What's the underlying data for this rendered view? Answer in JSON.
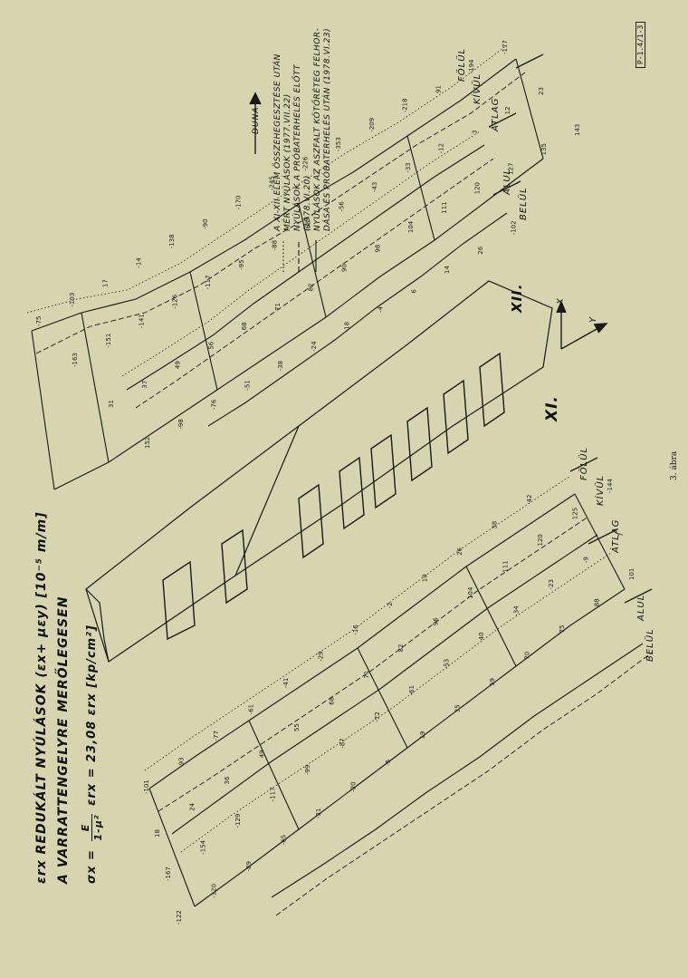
{
  "title": {
    "line1": "εrx REDUKÁLT NYÚLÁSOK (εx+ μεy) [10⁻⁵ m/m]",
    "line2": "A VARRATTENGELYRE MERŐLEGESEN",
    "line3_lhs": "σx =",
    "line3_frac_num": "E",
    "line3_frac_den": "1-μ²",
    "line3_rhs": "εrx = 23,08 εrx [kp/cm²]"
  },
  "legend": [
    {
      "style": "dotted",
      "lines": [
        "A XI-XII ELEM ÖSSZEHEGESZTÉSE UTÁN",
        "MÉRT NYÚLÁSOK (1977.VII.22)"
      ]
    },
    {
      "style": "dashed",
      "lines": [
        "NYÚLÁSOK A PRÓBATERHELÉS ELŐTT",
        "(1978.VI.20)"
      ]
    },
    {
      "style": "solid",
      "lines": [
        "NYÚLÁSOK AZ ASZFALT KÖTŐRÉTEG FELHOR-",
        "DÁSA ÉS PRÓBATERHELÉS UTÁN (1978.VI.23)"
      ]
    }
  ],
  "direction_label": "DUNA",
  "element_labels": {
    "xi": "XI.",
    "xii": "XII."
  },
  "axis_labels": {
    "x": "X",
    "y": "Y"
  },
  "position_labels": {
    "upper": [
      "FÖLÜL",
      "KÍVÜL",
      "ÁTLAG",
      "ALUL",
      "BELÜL"
    ],
    "lower": [
      "FÖLÜL",
      "KÍVÜL",
      "ÁTLAG",
      "ALUL",
      "BELÜL"
    ]
  },
  "stamp": "P-1.4/1-3",
  "figure_caption": "3. ábra",
  "upper_values": [
    "-75",
    "-103",
    "17",
    "-14",
    "-138",
    "-90",
    "-170",
    "-245",
    "-226",
    "-353",
    "-209",
    "-218",
    "91",
    "-194",
    "-177",
    "-163",
    "-151",
    "-141",
    "-126",
    "-117",
    "-95",
    "-88",
    "-68",
    "-56",
    "-43",
    "-33",
    "-12",
    "3",
    "12",
    "23",
    "31",
    "37",
    "49",
    "56",
    "68",
    "71",
    "82",
    "90",
    "98",
    "104",
    "111",
    "120",
    "127",
    "135",
    "143",
    "152",
    "-98",
    "-76",
    "-51",
    "-38",
    "-24",
    "-18",
    "-4",
    "6",
    "14",
    "26",
    "-102"
  ],
  "lower_values": [
    "-122",
    "-120",
    "-89",
    "-65",
    "-31",
    "-20",
    "-5",
    "19",
    "35",
    "59",
    "70",
    "75",
    "88",
    "101",
    "-167",
    "-154",
    "-129",
    "-117",
    "-99",
    "-87",
    "-72",
    "-61",
    "-53",
    "-40",
    "-34",
    "-23",
    "-9",
    "7",
    "18",
    "24",
    "36",
    "49",
    "55",
    "68",
    "71",
    "82",
    "96",
    "104",
    "111",
    "120",
    "125",
    "-144",
    "-101",
    "-93",
    "-77",
    "-61",
    "-41",
    "-29",
    "-16",
    "-2",
    "10",
    "26",
    "38",
    "42"
  ]
}
